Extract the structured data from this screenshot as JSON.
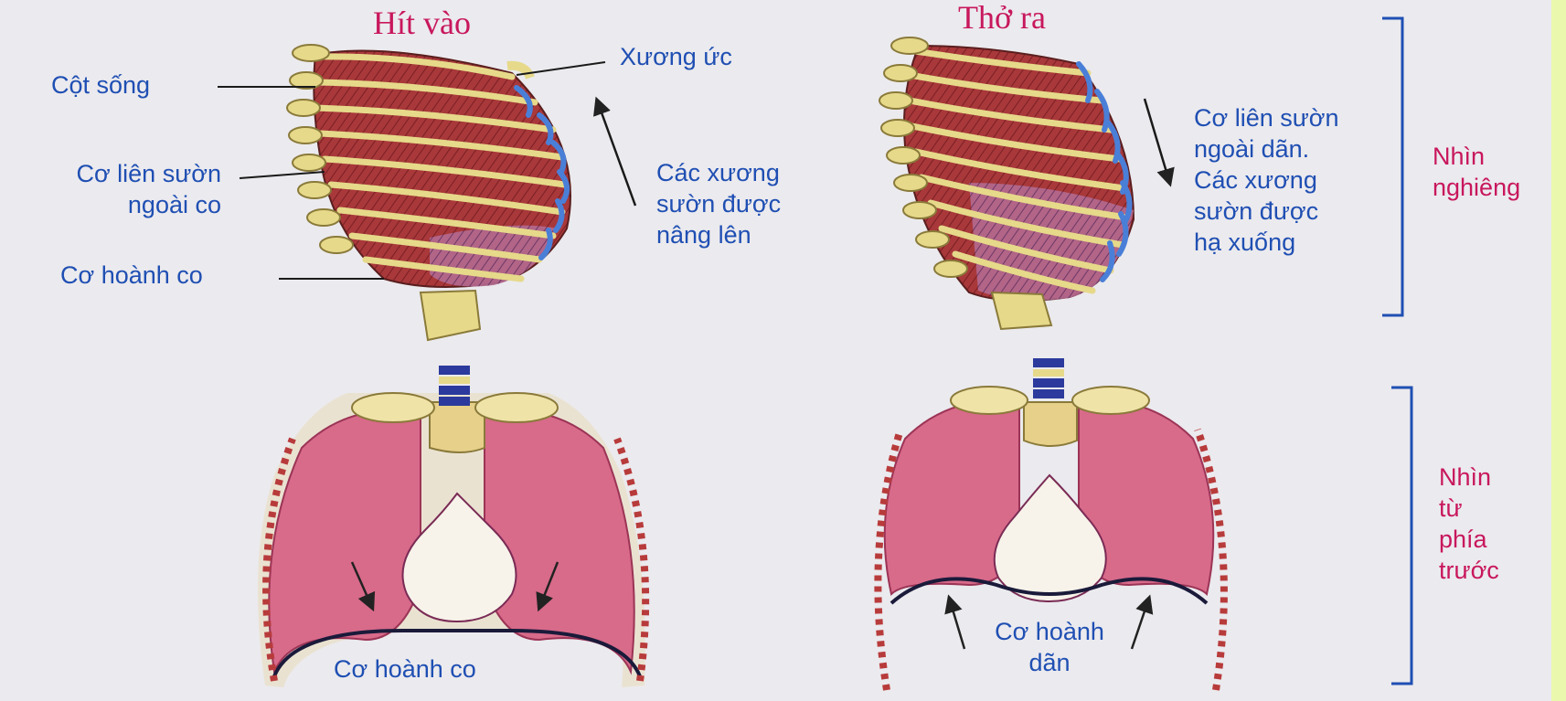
{
  "titles": {
    "inhale": "Hít vào",
    "exhale": "Thở ra"
  },
  "labels": {
    "cot_song": "Cột sống",
    "xuong_uc": "Xương ức",
    "co_lien_suon_ngoai_co": [
      "Cơ liên sườn",
      "ngoài co"
    ],
    "co_hoanh_co_side": "Cơ hoành co",
    "cac_xuong_nang_len": [
      "Các xương",
      "sườn được",
      "nâng lên"
    ],
    "co_lien_suon_dan": [
      "Cơ liên sườn",
      "ngoài dãn.",
      "Các xương",
      "sườn được",
      "hạ xuống"
    ],
    "co_hoanh_co_bottom": "Cơ hoành co",
    "co_hoanh_dan": [
      "Cơ hoành",
      "dãn"
    ]
  },
  "side_labels": {
    "nhin_nghieng": [
      "Nhìn",
      "nghiêng"
    ],
    "nhin_tu_phia_truoc": [
      "Nhìn",
      "từ",
      "phía",
      "trước"
    ]
  },
  "colors": {
    "title": "#c8175d",
    "label": "#1f4fb3",
    "muscle": "#a8383a",
    "rib": "#e6d98a",
    "lung": "#d86a8a",
    "cartilage": "#4a7fd8",
    "background": "#ebeaee"
  }
}
